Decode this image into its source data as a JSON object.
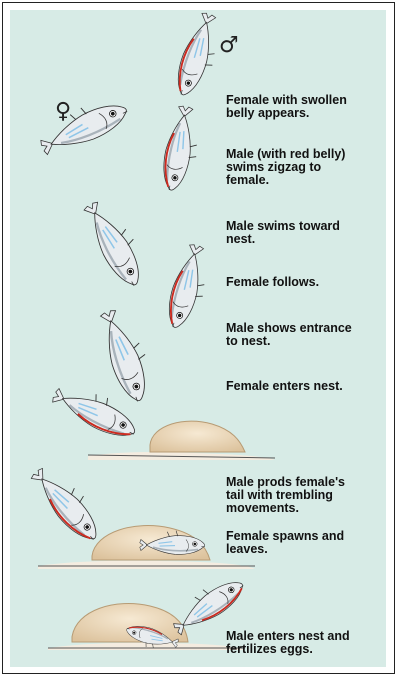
{
  "symbols": {
    "male": "♂",
    "female": "♀"
  },
  "labels": [
    "Female with swollen\nbelly appears.",
    "Male (with red belly)\nswims zigzag to\nfemale.",
    "Male swims toward\nnest.",
    "Female follows.",
    "Male shows entrance\nto nest.",
    "Female enters nest.",
    "Male prods female's\ntail with trembling\nmovements.",
    "Female spawns and\nleaves.",
    "Male enters nest and\nfertilizes eggs."
  ],
  "colors": {
    "background": "#d7ebe6",
    "fish_body": "#e8ecef",
    "fish_shading": "#a9b3bb",
    "male_belly": "#cc2a1f",
    "eye": "#111111",
    "blue_accent": "#8fc6e8",
    "nest": "#ead7b8",
    "sand": "#f4ece0"
  }
}
